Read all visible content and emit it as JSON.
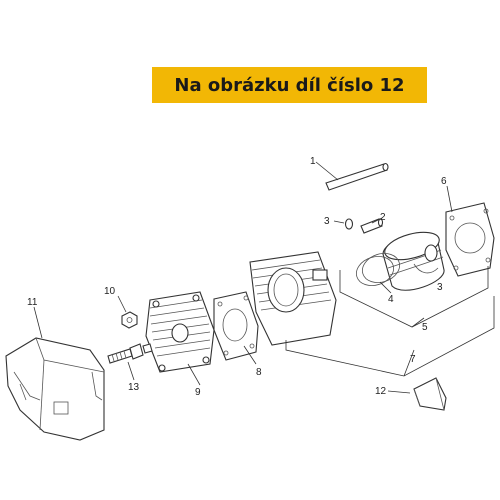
{
  "banner": {
    "text": "Na obrázku díl číslo 12"
  },
  "callouts": [
    {
      "id": "1",
      "text": "1"
    },
    {
      "id": "2",
      "text": "2"
    },
    {
      "id": "3a",
      "text": "3"
    },
    {
      "id": "3b",
      "text": "3"
    },
    {
      "id": "4",
      "text": "4"
    },
    {
      "id": "5",
      "text": "5"
    },
    {
      "id": "6",
      "text": "6"
    },
    {
      "id": "7",
      "text": "7"
    },
    {
      "id": "8",
      "text": "8"
    },
    {
      "id": "9",
      "text": "9"
    },
    {
      "id": "10",
      "text": "10"
    },
    {
      "id": "11",
      "text": "11"
    },
    {
      "id": "12",
      "text": "12"
    },
    {
      "id": "13",
      "text": "13"
    }
  ]
}
